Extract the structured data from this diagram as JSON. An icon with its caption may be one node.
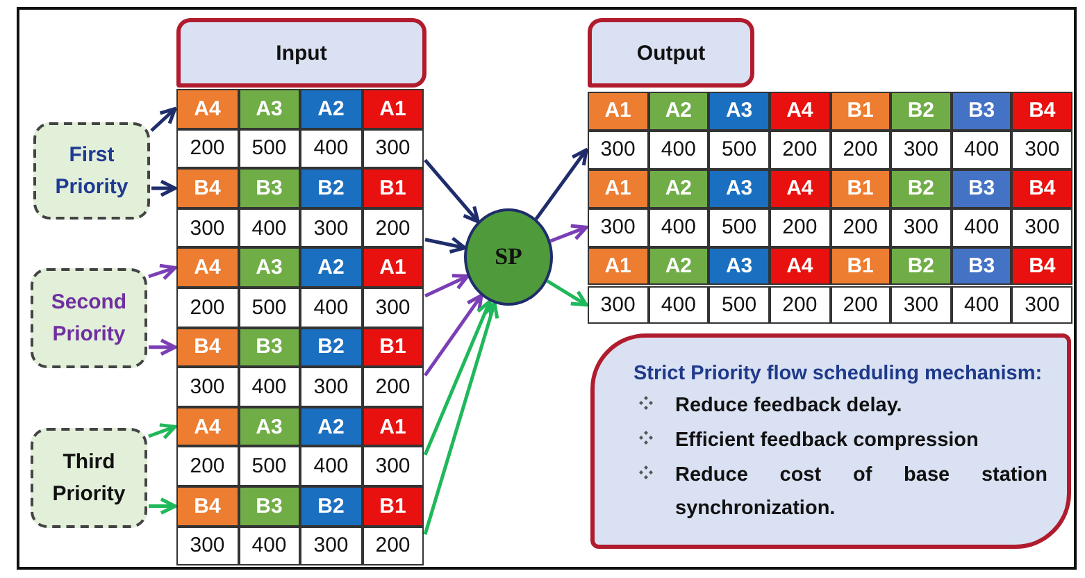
{
  "diagram": {
    "nodes": [
      {
        "text": [
          "Input"
        ]
      },
      {
        "text": [
          "Output"
        ]
      },
      {
        "text": [
          "First Priority"
        ]
      },
      {
        "text": [
          "Second Priority"
        ]
      },
      {
        "text": [
          "Third Priority"
        ]
      },
      {
        "text": [
          "A4",
          "A3",
          "A2",
          "A1"
        ]
      },
      {
        "text": [
          "200",
          "500",
          "400",
          "300"
        ]
      },
      {
        "text": [
          "B4",
          "B3",
          "B2",
          "B1"
        ]
      },
      {
        "text": [
          "300",
          "400",
          "300",
          "200"
        ]
      },
      {
        "text": [
          "A4",
          "A3",
          "A2",
          "A1"
        ]
      },
      {
        "text": [
          "200",
          "500",
          "400",
          "300"
        ]
      },
      {
        "text": [
          "B4",
          "B3",
          "B2",
          "B1"
        ]
      },
      {
        "text": [
          "300",
          "400",
          "300",
          "200"
        ]
      },
      {
        "text": [
          "A4",
          "A3",
          "A2",
          "A1"
        ]
      },
      {
        "text": [
          "200",
          "500",
          "400",
          "300"
        ]
      },
      {
        "text": [
          "B4",
          "B3",
          "B2",
          "B1"
        ]
      },
      {
        "text": [
          "300",
          "400",
          "300",
          "200"
        ]
      },
      {
        "text": [
          "SP"
        ]
      },
      {
        "text": [
          "A1",
          "A2",
          "A3",
          "A4",
          "B1",
          "B2",
          "B3",
          "B4"
        ]
      },
      {
        "text": [
          "300",
          "400",
          "500",
          "200",
          "200",
          "300",
          "400",
          "300"
        ]
      },
      {
        "text": [
          "A1",
          "A2",
          "A3",
          "A4",
          "B1",
          "B2",
          "B3",
          "B4"
        ]
      },
      {
        "text": [
          "300",
          "400",
          "500",
          "200",
          "200",
          "300",
          "400",
          "300"
        ]
      },
      {
        "text": [
          "A1",
          "A2",
          "A3",
          "A4",
          "B1",
          "B2",
          "B3",
          "B4"
        ]
      },
      {
        "text": [
          "300",
          "400",
          "500",
          "200",
          "200",
          "300",
          "400",
          "300"
        ]
      },
      {
        "text": [
          "Strict Priority flow scheduling mechanism:",
          "Reduce feedback delay.",
          "Efficient feedback compression",
          "Reduce cost of base station synchronization."
        ]
      }
    ],
    "edges": [
      {
        "from": 2,
        "to": 5,
        "arrow": "to",
        "color": "#1f2d6b"
      },
      {
        "from": 2,
        "to": 7,
        "arrow": "to",
        "color": "#1f2d6b"
      },
      {
        "from": 3,
        "to": 9,
        "arrow": "to",
        "color": "#7b3fb5"
      },
      {
        "from": 3,
        "to": 11,
        "arrow": "to",
        "color": "#7b3fb5"
      },
      {
        "from": 4,
        "to": 13,
        "arrow": "to",
        "color": "#1fb85a"
      },
      {
        "from": 4,
        "to": 15,
        "arrow": "to",
        "color": "#1fb85a"
      },
      {
        "from": 6,
        "to": 17,
        "arrow": "to",
        "color": "#1f2d6b"
      },
      {
        "from": 8,
        "to": 17,
        "arrow": "to",
        "color": "#1f2d6b"
      },
      {
        "from": 10,
        "to": 17,
        "arrow": "to",
        "color": "#7b3fb5"
      },
      {
        "from": 12,
        "to": 17,
        "arrow": "to",
        "color": "#7b3fb5"
      },
      {
        "from": 14,
        "to": 17,
        "arrow": "to",
        "color": "#1fb85a"
      },
      {
        "from": 16,
        "to": 17,
        "arrow": "to",
        "color": "#1fb85a"
      },
      {
        "from": 17,
        "to": 19,
        "arrow": "to",
        "color": "#1f2d6b"
      },
      {
        "from": 17,
        "to": 21,
        "arrow": "to",
        "color": "#7b3fb5"
      },
      {
        "from": 17,
        "to": 23,
        "arrow": "to",
        "color": "#1fb85a"
      }
    ]
  }
}
